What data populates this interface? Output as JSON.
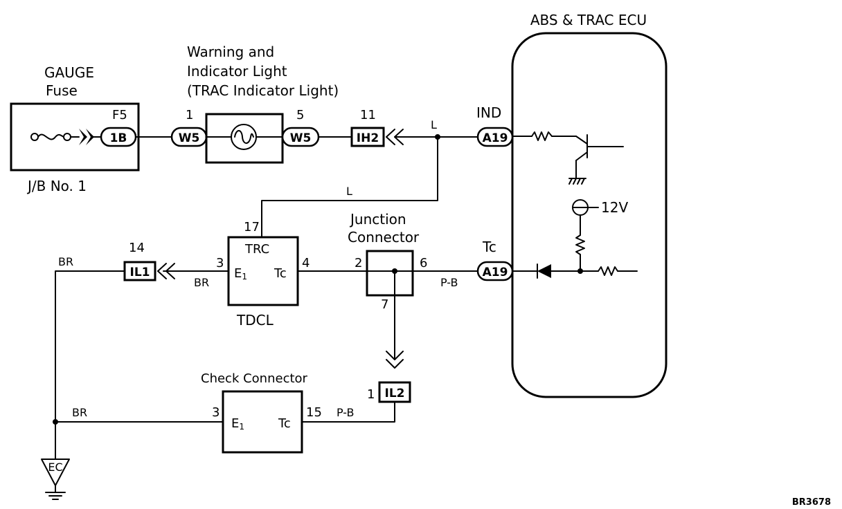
{
  "ecu": {
    "title": "ABS & TRAC ECU",
    "ind": "IND",
    "tc": "Tc",
    "voltage": "12V"
  },
  "fuse": {
    "name_line1": "GAUGE",
    "name_line2": "Fuse",
    "code": "F5",
    "connector": "1B",
    "jb": "J/B No. 1"
  },
  "light": {
    "line1": "Warning and",
    "line2": "Indicator Light",
    "line3": "(TRAC Indicator Light)",
    "pin_left": "1",
    "pin_right": "5",
    "connector": "W5"
  },
  "ih2": {
    "pin": "11",
    "connector": "IH2"
  },
  "wire_l1": "L",
  "wire_l2": "L",
  "a19_ind": "A19",
  "a19_tc": "A19",
  "tdcl": {
    "name": "TDCL",
    "top_label": "TRC",
    "pin_top": "17",
    "pin_left": "3",
    "pin_right": "4",
    "e1": "E",
    "e1_sub": "1",
    "tc": "Tc"
  },
  "il1": {
    "pin": "14",
    "connector": "IL1",
    "wire_left": "BR",
    "wire_right": "BR"
  },
  "junction": {
    "line1": "Junction",
    "line2": "Connector",
    "pin_left": "2",
    "pin_right": "6",
    "pin_bottom": "7",
    "wire_pb": "P-B"
  },
  "il2": {
    "pin": "1",
    "connector": "IL2"
  },
  "check": {
    "name": "Check Connector",
    "pin_left": "3",
    "pin_right": "15",
    "e1": "E",
    "e1_sub": "1",
    "tc": "Tc",
    "wire_pb": "P-B",
    "wire_br": "BR"
  },
  "ground": {
    "code": "EC"
  },
  "ref": "BR3678"
}
